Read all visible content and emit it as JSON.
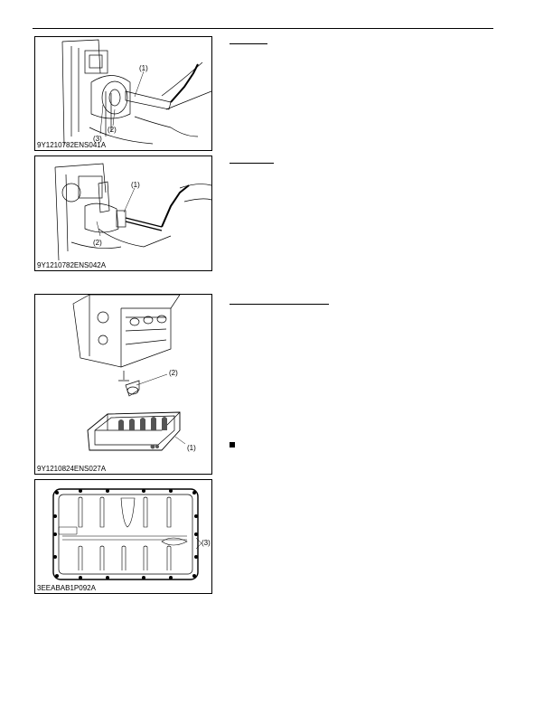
{
  "figures": [
    {
      "code": "9Y1210782ENS041A",
      "callouts": [
        "(1)",
        "(2)",
        "(3)"
      ]
    },
    {
      "code": "9Y1210782ENS042A",
      "callouts": [
        "(1)",
        "(2)"
      ]
    },
    {
      "code": "9Y1210824ENS027A",
      "callouts": [
        "(2)",
        "(1)"
      ]
    },
    {
      "code": "3EEABAB1P092A",
      "callouts": [
        "(3)"
      ]
    }
  ],
  "colors": {
    "line": "#000000",
    "shade": "#555555",
    "paper": "#ffffff"
  },
  "icons": [
    "bullet-square-icon"
  ]
}
